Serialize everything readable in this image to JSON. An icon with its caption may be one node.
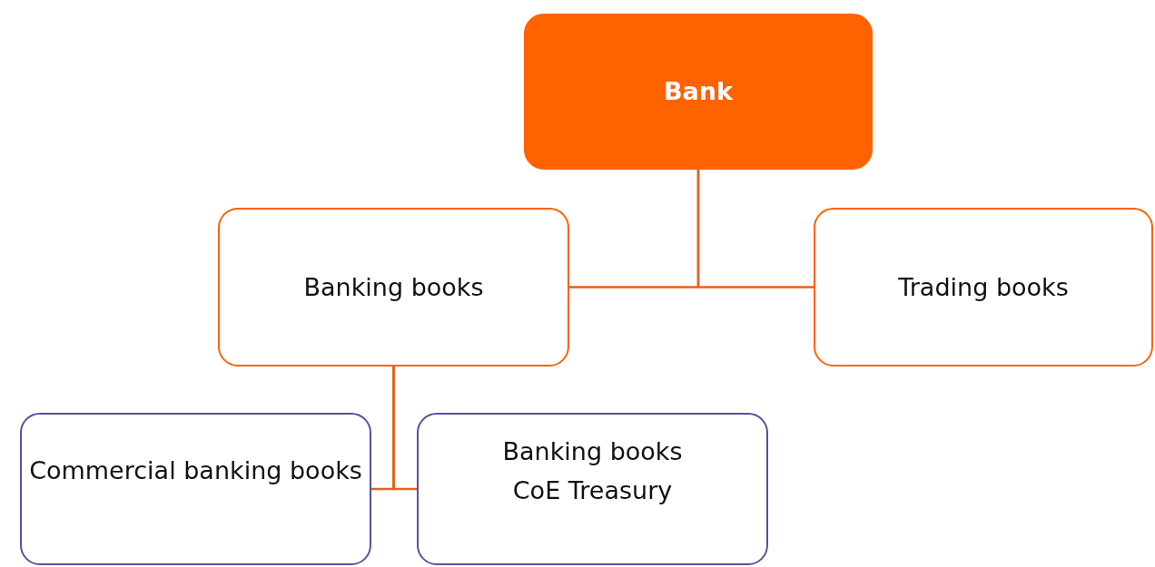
{
  "diagram": {
    "nodes": [
      {
        "text": [
          "Bank"
        ]
      },
      {
        "text": [
          "Banking books"
        ]
      },
      {
        "text": [
          "Trading books"
        ]
      },
      {
        "text": [
          "Commercial banking books"
        ]
      },
      {
        "text": [
          "Banking books",
          "CoE Treasury"
        ]
      }
    ],
    "edges": [
      {
        "from": 0,
        "to": 1,
        "arrow": "none"
      },
      {
        "from": 0,
        "to": 2,
        "arrow": "none"
      },
      {
        "from": 1,
        "to": 3,
        "arrow": "none"
      },
      {
        "from": 1,
        "to": 4,
        "arrow": "none"
      }
    ]
  }
}
